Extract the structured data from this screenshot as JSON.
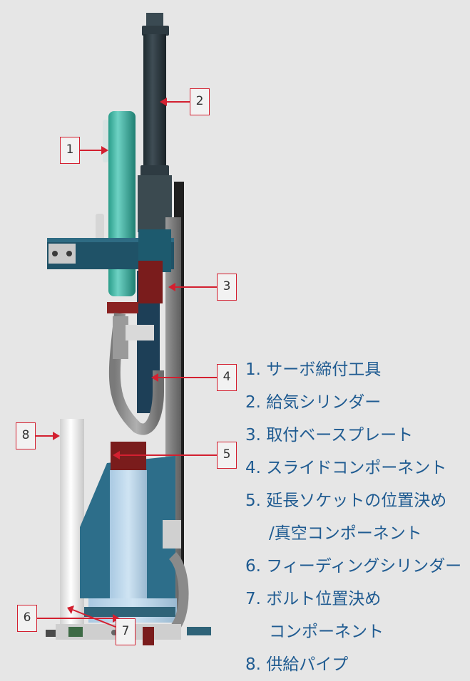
{
  "colors": {
    "background": "#e6e6e6",
    "callout_border": "#d32030",
    "arrow": "#d32030",
    "legend_text": "#1f5b91"
  },
  "callouts": [
    "1",
    "2",
    "3",
    "4",
    "5",
    "6",
    "7",
    "8"
  ],
  "legend": [
    "1. サーボ締付工具",
    "2. 給気シリンダー",
    "3. 取付ベースプレート",
    "4. スライドコンポーネント",
    "5. 延長ソケットの位置決め",
    "/真空コンポーネント",
    "6. フィーディングシリンダー",
    "7. ボルト位置決め",
    "コンポーネント",
    "8. 供給パイプ"
  ]
}
